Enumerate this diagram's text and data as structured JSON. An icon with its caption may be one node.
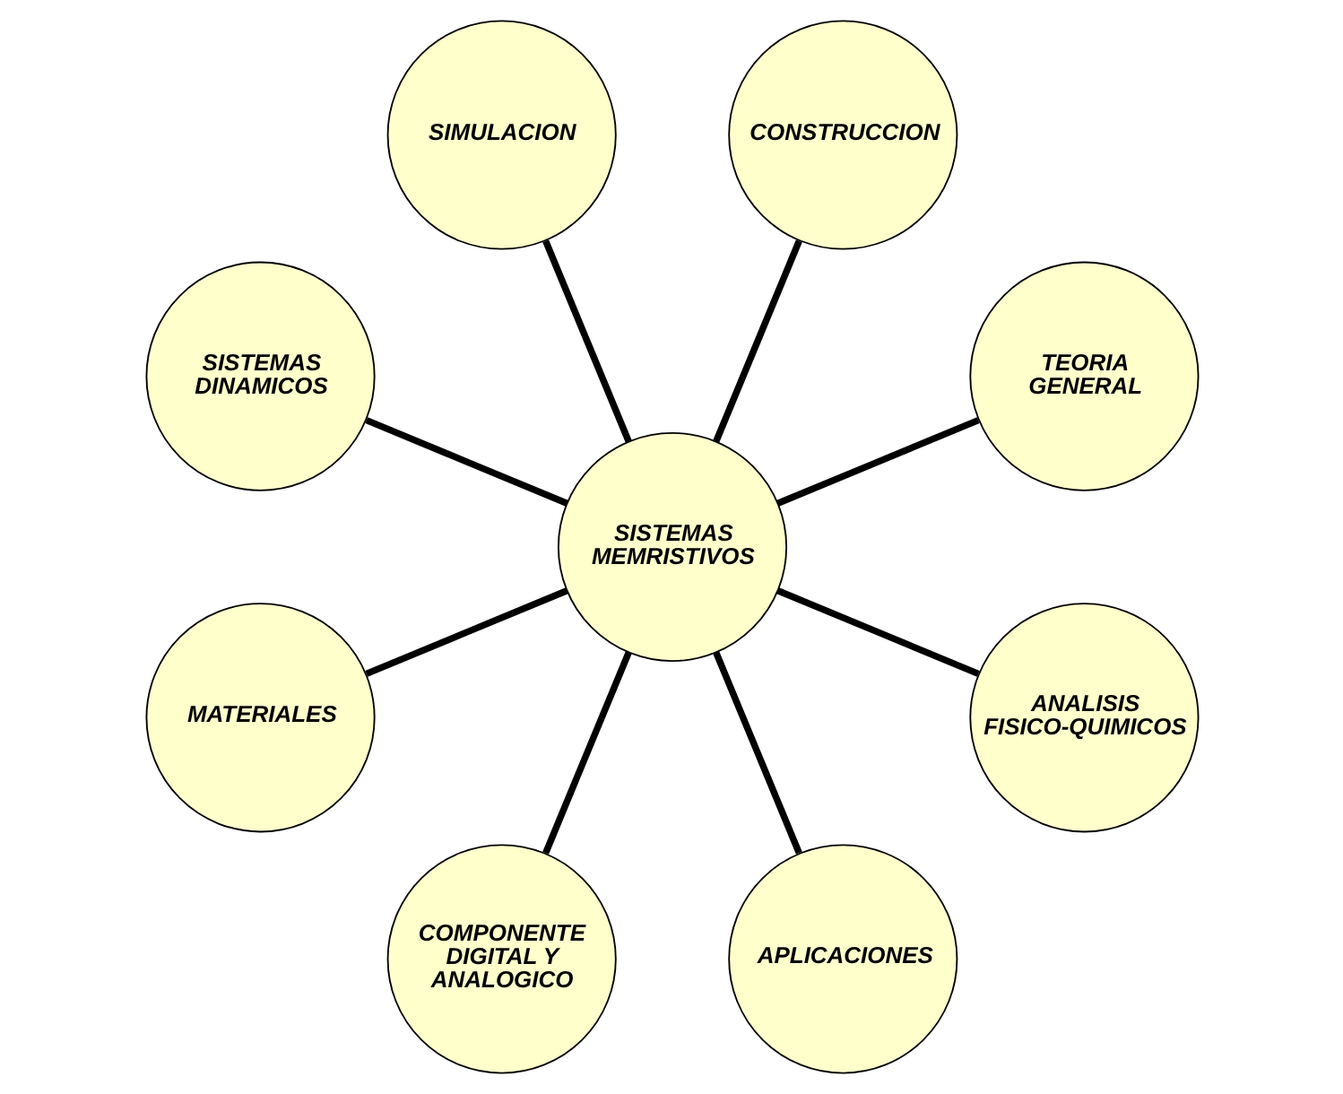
{
  "diagram": {
    "nodes": [
      {
        "text": [
          "TEORIA GENERAL"
        ]
      },
      {
        "text": [
          "CONSTRUCCION"
        ]
      },
      {
        "text": [
          "SIMULACION"
        ]
      },
      {
        "text": [
          "SISTEMAS DINAMICOS"
        ]
      },
      {
        "text": [
          "SISTEMAS MEMRISTIVOS"
        ]
      },
      {
        "text": [
          "MATERIALES"
        ]
      },
      {
        "text": [
          "COMPONENTE DIGITAL Y ANALOGICO"
        ]
      },
      {
        "text": [
          "APLICACIONES"
        ]
      },
      {
        "text": [
          "ANALISIS FISICO-QUIMICOS"
        ]
      }
    ],
    "edges": [
      {
        "from": 4,
        "to": 0,
        "arrow": "none"
      },
      {
        "from": 4,
        "to": 1,
        "arrow": "none"
      },
      {
        "from": 4,
        "to": 2,
        "arrow": "none"
      },
      {
        "from": 4,
        "to": 5,
        "arrow": "none"
      },
      {
        "from": 4,
        "to": 8,
        "arrow": "none"
      },
      {
        "from": 4,
        "to": 7,
        "arrow": "none"
      },
      {
        "from": 4,
        "to": 6,
        "arrow": "none"
      },
      {
        "from": 4,
        "to": 3,
        "arrow": "none"
      }
    ]
  }
}
